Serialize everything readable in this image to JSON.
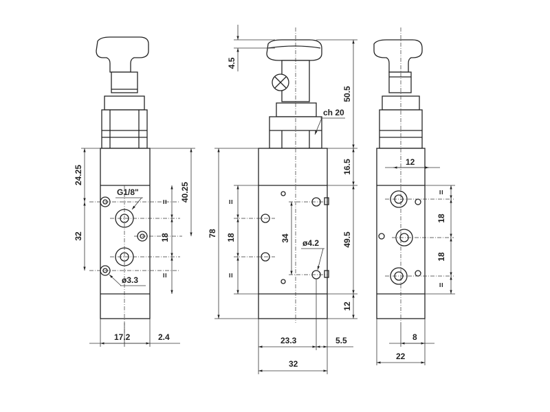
{
  "labels": {
    "thread": "G1/8\"",
    "hole_small": "ø3.3",
    "hole_big": "ø4.2",
    "wrench": "ch 20",
    "equal": "="
  },
  "dimensions": {
    "v_2425": "24.25",
    "v_32": "32",
    "v_4025": "40.25",
    "v_18a": "18",
    "v_78": "78",
    "v_18b": "18",
    "v_34": "34",
    "v_45": "4.5",
    "v_505": "50.5",
    "v_165": "16.5",
    "v_495": "49.5",
    "v_12a": "12",
    "v_18c": "18",
    "v_18d": "18",
    "h_172": "17.2",
    "h_24": "2.4",
    "h_233": "23.3",
    "h_55": "5.5",
    "h_32": "32",
    "h_12b": "12",
    "h_8": "8",
    "h_22": "22"
  }
}
